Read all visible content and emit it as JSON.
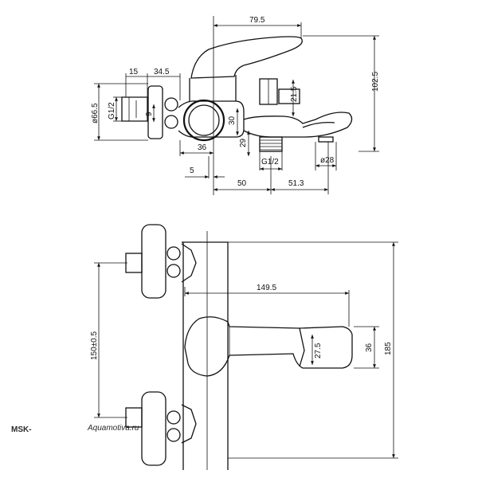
{
  "top_view": {
    "dims": {
      "d79_5": "79.5",
      "d15": "15",
      "d34_5": "34.5",
      "d102_5": "102.5",
      "d21_5": "21.5",
      "d66_5": "ø66.5",
      "g12_left": "G1/2",
      "d9": "9",
      "d30": "30",
      "d29": "29",
      "d36": "36",
      "d5": "5",
      "g12_bottom": "G1/2",
      "d28": "ø28",
      "d50": "50",
      "d51_3": "51.3"
    }
  },
  "front_view": {
    "dims": {
      "d149_5": "149.5",
      "d150": "150±0.5",
      "d27_5": "27.5",
      "d36": "36",
      "d185": "185"
    }
  },
  "watermark": {
    "brand": "MSK-",
    "script": "Aquamotiva.ru"
  }
}
